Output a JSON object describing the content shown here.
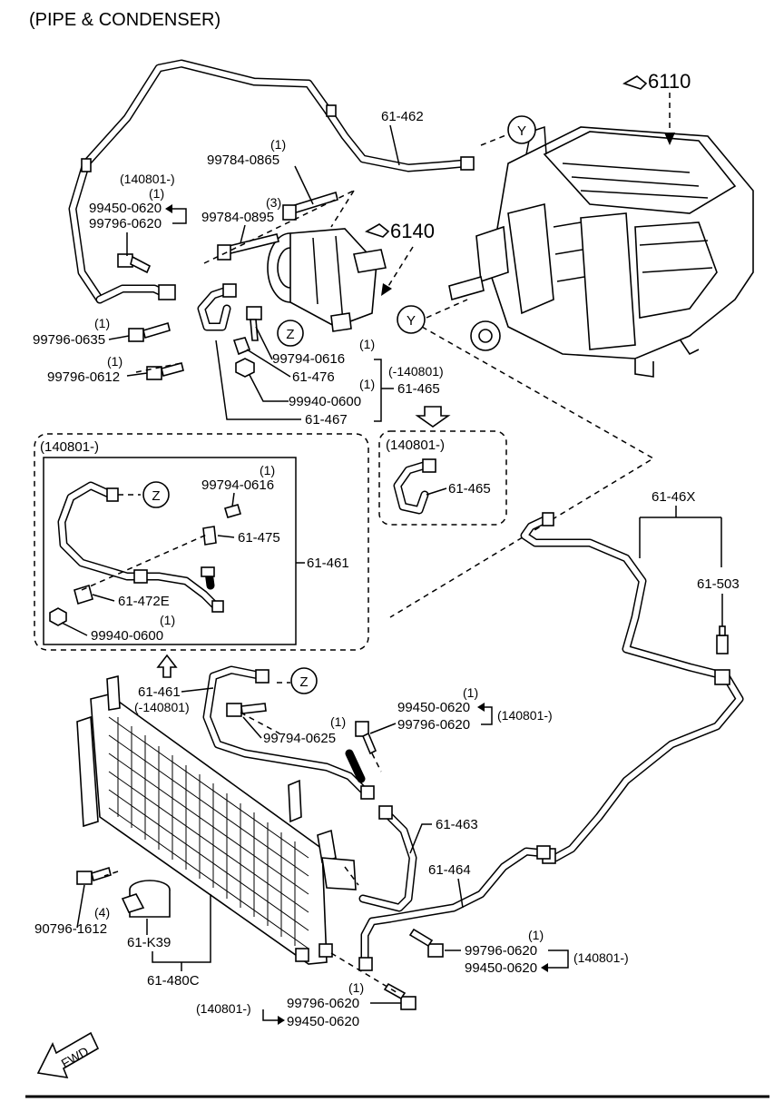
{
  "title": "(PIPE & CONDENSER)",
  "refs": {
    "ref_6110": "6110",
    "ref_6140": "6140"
  },
  "callouts": {
    "y": "Y",
    "z": "Z"
  },
  "labels": {
    "p61462": "61-462",
    "q1a": "(1)",
    "p99784_0865": "99784-0865",
    "d140801a": "(140801-)",
    "q1b": "(1)",
    "p99450_0620a": "99450-0620",
    "p99796_0620a": "99796-0620",
    "q3": "(3)",
    "p99784_0895": "99784-0895",
    "q1c": "(1)",
    "p99796_0635": "99796-0635",
    "q1d": "(1)",
    "p99796_0612": "99796-0612",
    "q1e": "(1)",
    "p99794_0616a": "99794-0616",
    "p61476": "61-476",
    "d_140801a": "(-140801)",
    "q1f": "(1)",
    "p99940_0600a": "99940-0600",
    "p61465a": "61-465",
    "p61467": "61-467",
    "box1_title": "(140801-)",
    "q1g": "(1)",
    "p99794_0616b": "99794-0616",
    "p61475": "61-475",
    "p61461a": "61-461",
    "p61472e": "61-472E",
    "q1h": "(1)",
    "p99940_0600b": "99940-0600",
    "box2_title": "(140801-)",
    "p61465b": "61-465",
    "p6146x": "61-46X",
    "p61503": "61-503",
    "p61461b": "61-461",
    "d_140801b": "(-140801)",
    "q1i": "(1)",
    "p99794_0625": "99794-0625",
    "q1j": "(1)",
    "p99450_0620b": "99450-0620",
    "d140801b": "(140801-)",
    "p99796_0620b": "99796-0620",
    "p61463": "61-463",
    "p61464": "61-464",
    "p90796_1612": "90796-1612",
    "q4": "(4)",
    "p61k39": "61-K39",
    "p61480c": "61-480C",
    "q1k": "(1)",
    "p99796_0620c": "99796-0620",
    "d140801c": "(140801-)",
    "p99450_0620c": "99450-0620",
    "q1l": "(1)",
    "d140801d": "(140801-)",
    "p99796_0620d": "99796-0620",
    "p99450_0620d": "99450-0620",
    "fwd": "FWD"
  }
}
